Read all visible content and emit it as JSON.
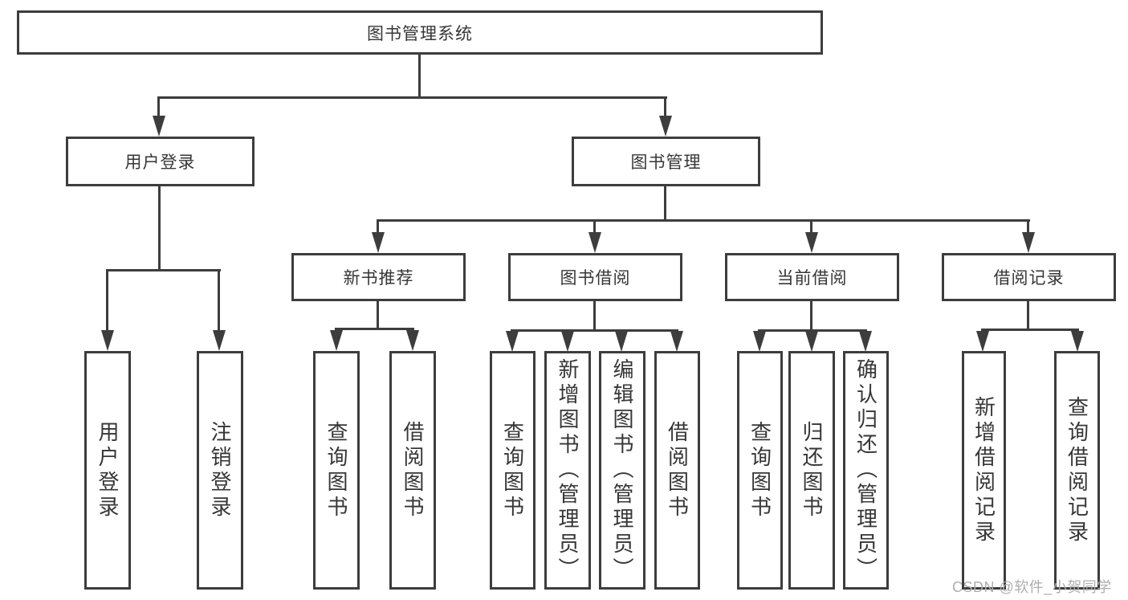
{
  "colors": {
    "line": "#3d3d3d",
    "text": "#363636",
    "watermark": "#aeaeae",
    "background": "#ffffff"
  },
  "nodes": {
    "root": "图书管理系统",
    "user_login": "用户登录",
    "book_mgmt": "图书管理",
    "new_books": "新书推荐",
    "book_borrow": "图书借阅",
    "current_borrow": "当前借阅",
    "borrow_records": "借阅记录",
    "leaf_user_login": "用户登录",
    "leaf_logout": "注销登录",
    "leaf_nb_query": "查询图书",
    "leaf_nb_borrow": "借阅图书",
    "leaf_bb_query": "查询图书",
    "leaf_bb_add": "新增图书（管理员）",
    "leaf_bb_edit": "编辑图书（管理员）",
    "leaf_bb_borrow": "借阅图书",
    "leaf_cb_query": "查询图书",
    "leaf_cb_return": "归还图书",
    "leaf_cb_confirm": "确认归还（管理员）",
    "leaf_br_add": "新增借阅记录",
    "leaf_br_query": "查询借阅记录"
  },
  "hierarchy": {
    "图书管理系统": {
      "用户登录": [
        "用户登录",
        "注销登录"
      ],
      "图书管理": {
        "新书推荐": [
          "查询图书",
          "借阅图书"
        ],
        "图书借阅": [
          "查询图书",
          "新增图书（管理员）",
          "编辑图书（管理员）",
          "借阅图书"
        ],
        "当前借阅": [
          "查询图书",
          "归还图书",
          "确认归还（管理员）"
        ],
        "借阅记录": [
          "新增借阅记录",
          "查询借阅记录"
        ]
      }
    }
  },
  "watermark": "CSDN @软件_小贺同学"
}
